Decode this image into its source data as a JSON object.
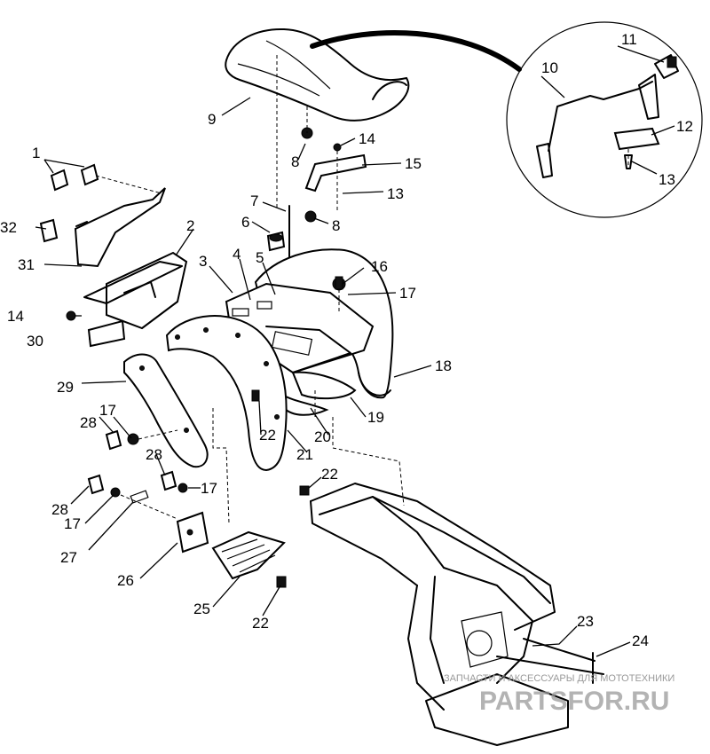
{
  "callouts": [
    {
      "id": "1",
      "text": "1"
    },
    {
      "id": "2",
      "text": "2"
    },
    {
      "id": "3",
      "text": "3"
    },
    {
      "id": "4",
      "text": "4"
    },
    {
      "id": "5",
      "text": "5"
    },
    {
      "id": "6",
      "text": "6"
    },
    {
      "id": "7",
      "text": "7"
    },
    {
      "id": "8a",
      "text": "8"
    },
    {
      "id": "8b",
      "text": "8"
    },
    {
      "id": "9",
      "text": "9"
    },
    {
      "id": "10",
      "text": "10"
    },
    {
      "id": "11",
      "text": "11"
    },
    {
      "id": "12",
      "text": "12"
    },
    {
      "id": "13a",
      "text": "13"
    },
    {
      "id": "13b",
      "text": "13"
    },
    {
      "id": "14a",
      "text": "14"
    },
    {
      "id": "14b",
      "text": "14"
    },
    {
      "id": "15",
      "text": "15"
    },
    {
      "id": "16",
      "text": "16"
    },
    {
      "id": "17a",
      "text": "17"
    },
    {
      "id": "17b",
      "text": "17"
    },
    {
      "id": "17c",
      "text": "17"
    },
    {
      "id": "17d",
      "text": "17"
    },
    {
      "id": "18",
      "text": "18"
    },
    {
      "id": "19",
      "text": "19"
    },
    {
      "id": "20",
      "text": "20"
    },
    {
      "id": "21",
      "text": "21"
    },
    {
      "id": "22a",
      "text": "22"
    },
    {
      "id": "22b",
      "text": "22"
    },
    {
      "id": "22c",
      "text": "22"
    },
    {
      "id": "23",
      "text": "23"
    },
    {
      "id": "24",
      "text": "24"
    },
    {
      "id": "25",
      "text": "25"
    },
    {
      "id": "26",
      "text": "26"
    },
    {
      "id": "27",
      "text": "27"
    },
    {
      "id": "28a",
      "text": "28"
    },
    {
      "id": "28b",
      "text": "28"
    },
    {
      "id": "28c",
      "text": "28"
    },
    {
      "id": "29",
      "text": "29"
    },
    {
      "id": "30",
      "text": "30"
    },
    {
      "id": "31",
      "text": "31"
    },
    {
      "id": "32",
      "text": "32"
    }
  ],
  "watermark": {
    "tagline": "ЗАПЧАСТИ И АКСЕССУАРЫ ДЛЯ МОТОТЕХНИКИ",
    "logo": "PARTSFOR.RU"
  }
}
